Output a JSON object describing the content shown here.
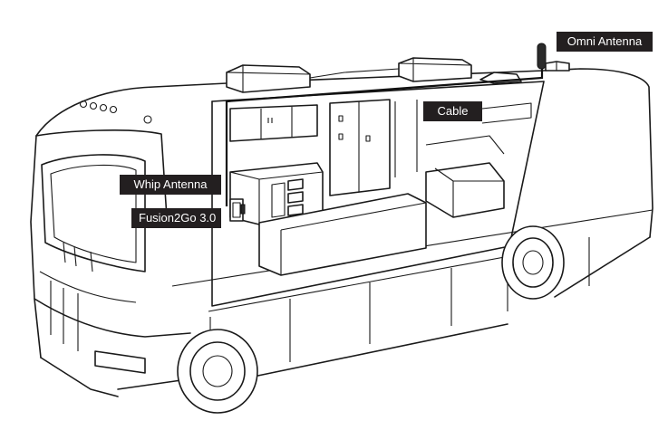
{
  "diagram": {
    "callouts": {
      "omni_antenna": "Omni Antenna",
      "cable": "Cable",
      "whip_antenna": "Whip Antenna",
      "device": "Fusion2Go 3.0"
    },
    "colors": {
      "callout_background": "#231f20",
      "callout_text": "#ffffff",
      "line_art": "#1a1a1a"
    }
  }
}
